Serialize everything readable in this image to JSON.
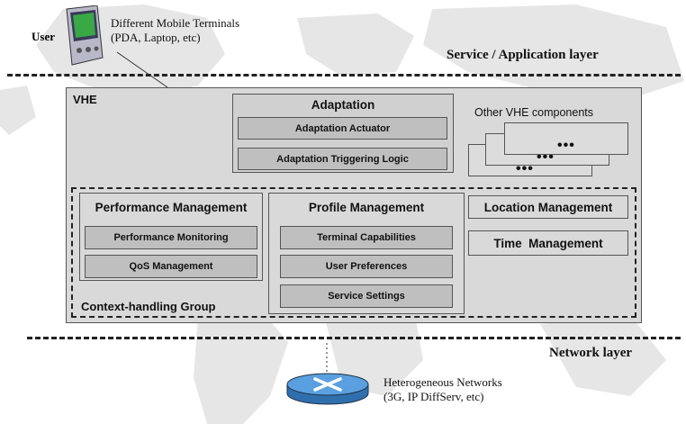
{
  "top": {
    "user_label": "User",
    "terminals_line1": "Different Mobile Terminals",
    "terminals_line2": "(PDA, Laptop, etc)",
    "service_layer": "Service / Application layer"
  },
  "vhe": {
    "label": "VHE",
    "other_components": "Other VHE components",
    "dots": "•••"
  },
  "adaptation": {
    "title": "Adaptation",
    "actuator": "Adaptation Actuator",
    "triggering": "Adaptation Triggering Logic"
  },
  "context_group": {
    "label": "Context-handling Group",
    "performance": {
      "title": "Performance Management",
      "items": [
        "Performance Monitoring",
        "QoS Management"
      ]
    },
    "profile": {
      "title": "Profile Management",
      "items": [
        "Terminal Capabilities",
        "User Preferences",
        "Service Settings"
      ]
    },
    "location": {
      "title": "Location Management"
    },
    "time": {
      "title": "Time  Management"
    }
  },
  "bottom": {
    "network_layer": "Network layer",
    "networks_line1": "Heterogeneous Networks",
    "networks_line2": "(3G, IP DiffServ, etc)"
  },
  "colors": {
    "box_fill": "#d9d9d9",
    "sub_fill": "#bfbfbf",
    "map_fill": "#e6e6e6",
    "router_blue": "#4a8fd0",
    "pda_screen": "#39a845"
  }
}
